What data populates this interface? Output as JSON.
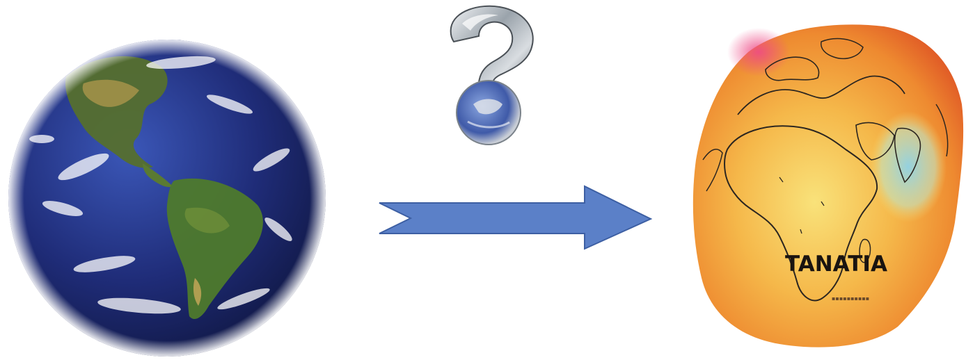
{
  "diagram": {
    "nodes": [
      {
        "id": "earth",
        "kind": "globe-image",
        "text": ""
      },
      {
        "id": "question",
        "kind": "question-mark-with-globe",
        "text": ""
      },
      {
        "id": "geoid",
        "kind": "geoid-image",
        "text": "TANATIA"
      }
    ],
    "edges": [
      {
        "from": "earth",
        "to": "geoid",
        "style": "block-arrow"
      }
    ],
    "geoid_label": "TANATIA",
    "colors": {
      "arrow_fill": "#5b80c8",
      "arrow_stroke": "#3d5fa3",
      "ocean": "#1e2a6e",
      "land": "#4a7a32",
      "geoid_warm": "#f2a23a",
      "geoid_hot": "#e8542a",
      "geoid_cool": "#8fd3e8"
    }
  }
}
